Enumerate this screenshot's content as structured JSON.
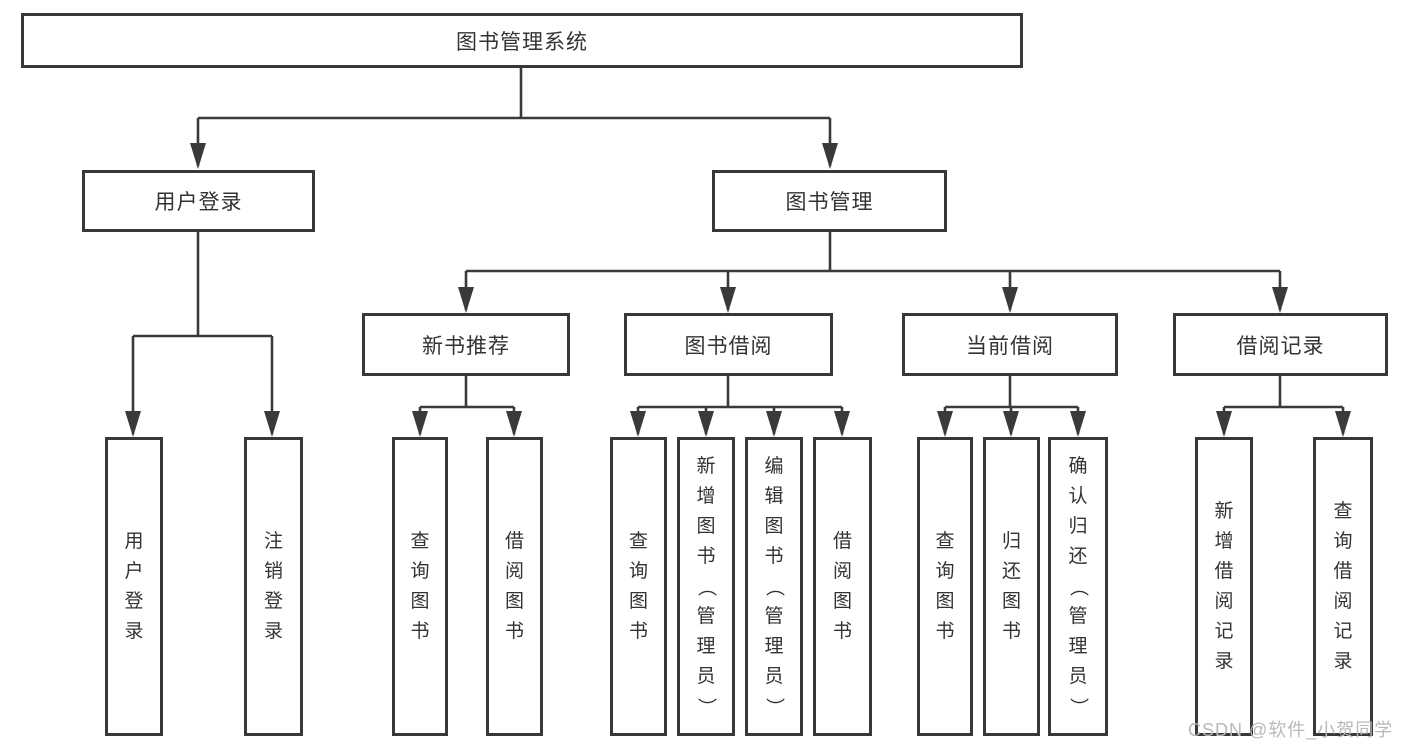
{
  "diagram": {
    "title": "图书管理系统",
    "user_login": {
      "label": "用户登录",
      "children": {
        "login": "用户登录",
        "logout": "注销登录"
      }
    },
    "book_management": {
      "label": "图书管理",
      "new_book_recommend": {
        "label": "新书推荐",
        "children": {
          "query": "查询图书",
          "borrow": "借阅图书"
        }
      },
      "book_borrow": {
        "label": "图书借阅",
        "children": {
          "query": "查询图书",
          "add": "新增图书（管理员）",
          "edit": "编辑图书（管理员）",
          "borrow": "借阅图书"
        }
      },
      "current_borrow": {
        "label": "当前借阅",
        "children": {
          "query": "查询图书",
          "return": "归还图书",
          "confirm_return": "确认归还（管理员）"
        }
      },
      "borrow_records": {
        "label": "借阅记录",
        "children": {
          "add": "新增借阅记录",
          "query": "查询借阅记录"
        }
      }
    }
  },
  "watermark": "CSDN @软件_小贺同学",
  "colors": {
    "line": "#3a3a3a",
    "box_border": "#383838",
    "text": "#333333",
    "watermark": "#b9b9b9",
    "background": "#ffffff"
  }
}
